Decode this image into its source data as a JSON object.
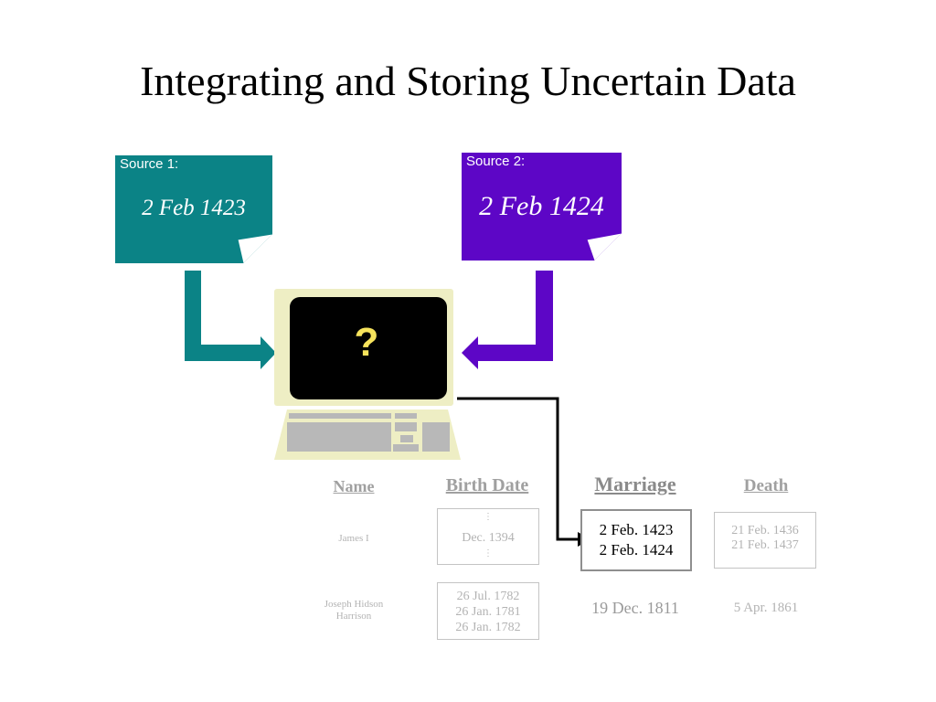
{
  "title": "Integrating and Storing Uncertain Data",
  "sources": [
    {
      "label": "Source 1:",
      "date": "2 Feb 1423",
      "color": "#0b8386"
    },
    {
      "label": "Source 2:",
      "date": "2 Feb 1424",
      "color": "#5d06c6"
    }
  ],
  "computer": {
    "screen_symbol": "?"
  },
  "table": {
    "headers": {
      "name": "Name",
      "birth": "Birth Date",
      "marriage": "Marriage",
      "death": "Death"
    },
    "rows": [
      {
        "name": "James I",
        "birth_ellipsis_top": "⋮",
        "birth": "Dec. 1394",
        "birth_ellipsis_bottom": "⋮",
        "marriage": [
          "2 Feb. 1423",
          "2 Feb. 1424"
        ],
        "death": [
          "21 Feb. 1436",
          "21 Feb. 1437"
        ]
      },
      {
        "name": "Joseph Hidson Harrison",
        "birth": [
          "26 Jul. 1782",
          "26 Jan. 1781",
          "26 Jan. 1782"
        ],
        "marriage": "19 Dec. 1811",
        "death": "5 Apr. 1861"
      }
    ]
  }
}
